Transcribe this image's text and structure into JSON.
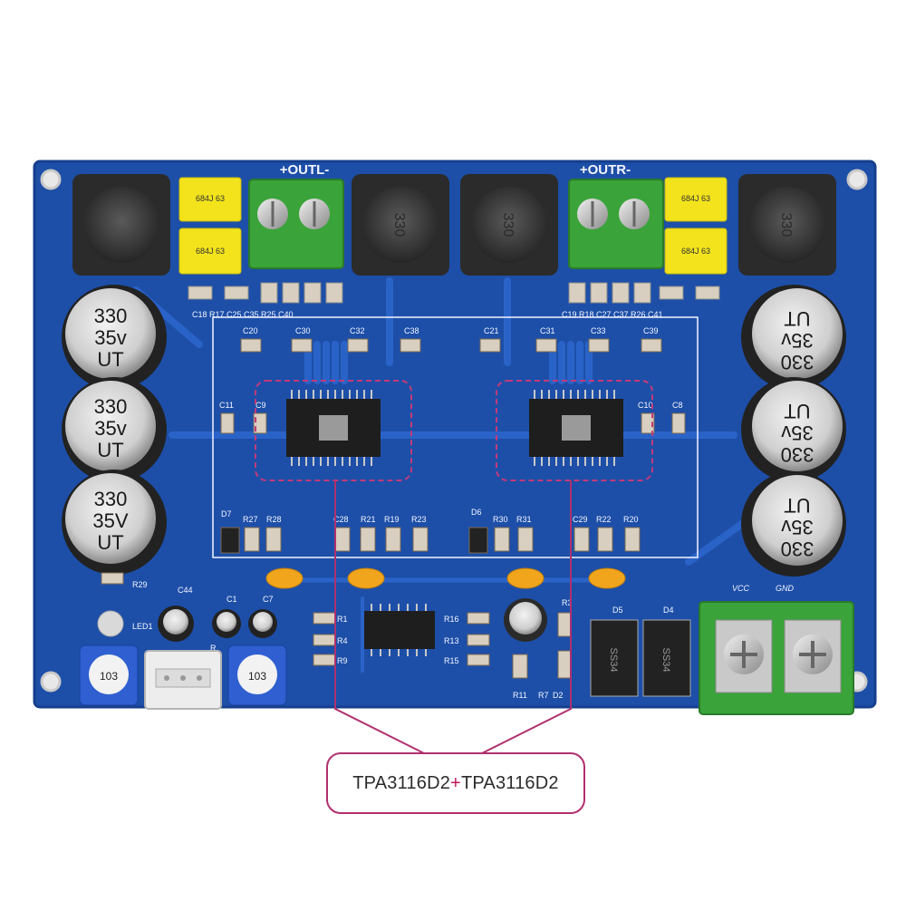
{
  "caption": {
    "chip_left": "TPA3116D2",
    "plus": "+",
    "chip_right": "TPA3116D2"
  },
  "board": {
    "out_left_label": "+OUTL-",
    "out_right_label": "+OUTR-",
    "power_labels": {
      "vcc": "VCC",
      "gnd": "GND"
    },
    "capacitor_left": {
      "line1": "330",
      "line2": "35v",
      "line3": "UT"
    },
    "capacitor_left_alt": {
      "line1": "330",
      "line2": "35V",
      "line3": "UT"
    },
    "capacitor_right": {
      "line1": "UT",
      "line2": "35v",
      "line3": "330"
    },
    "inductor_marking": "330",
    "film_cap_marking": "684J 63",
    "film_cap_marking_alt": "684J 63",
    "pot_marking": "103",
    "diode_marking": "SS34",
    "silk_top_left": "C18  R17  C25 C35 R25 C40",
    "silk_top_right": "C19 R18 C27 C37  R26  C41",
    "silk_caps_left": [
      "C20",
      "C30",
      "C32",
      "C38"
    ],
    "silk_caps_right": [
      "C21",
      "C31",
      "C33",
      "C39"
    ],
    "silk_mid_left": [
      "C11",
      "C9"
    ],
    "silk_mid_right": [
      "C10",
      "C8"
    ],
    "silk_bottom_left": [
      "D7",
      "R27",
      "R28",
      "C28",
      "R21",
      "R19",
      "R23"
    ],
    "silk_bottom_right": [
      "D6",
      "R30",
      "R31",
      "C29",
      "R22",
      "R20"
    ],
    "silk_opamp": [
      "R1",
      "R4",
      "R9",
      "R16",
      "R13",
      "R15",
      "R11",
      "R7",
      "D2",
      "R3",
      "D5",
      "D4"
    ],
    "silk_misc": [
      "R29",
      "LED1",
      "C44",
      "C1",
      "C7",
      "R"
    ]
  },
  "colors": {
    "pcb": "#1d4fa8",
    "pcb_dark": "#163f8c",
    "trace": "#2a63c8",
    "silk": "#f4f6ff",
    "terminal_green": "#3aa33a",
    "film_yellow": "#f2e31c",
    "caption_border": "#b0306e",
    "highlight_dash": "#c23a7a"
  }
}
